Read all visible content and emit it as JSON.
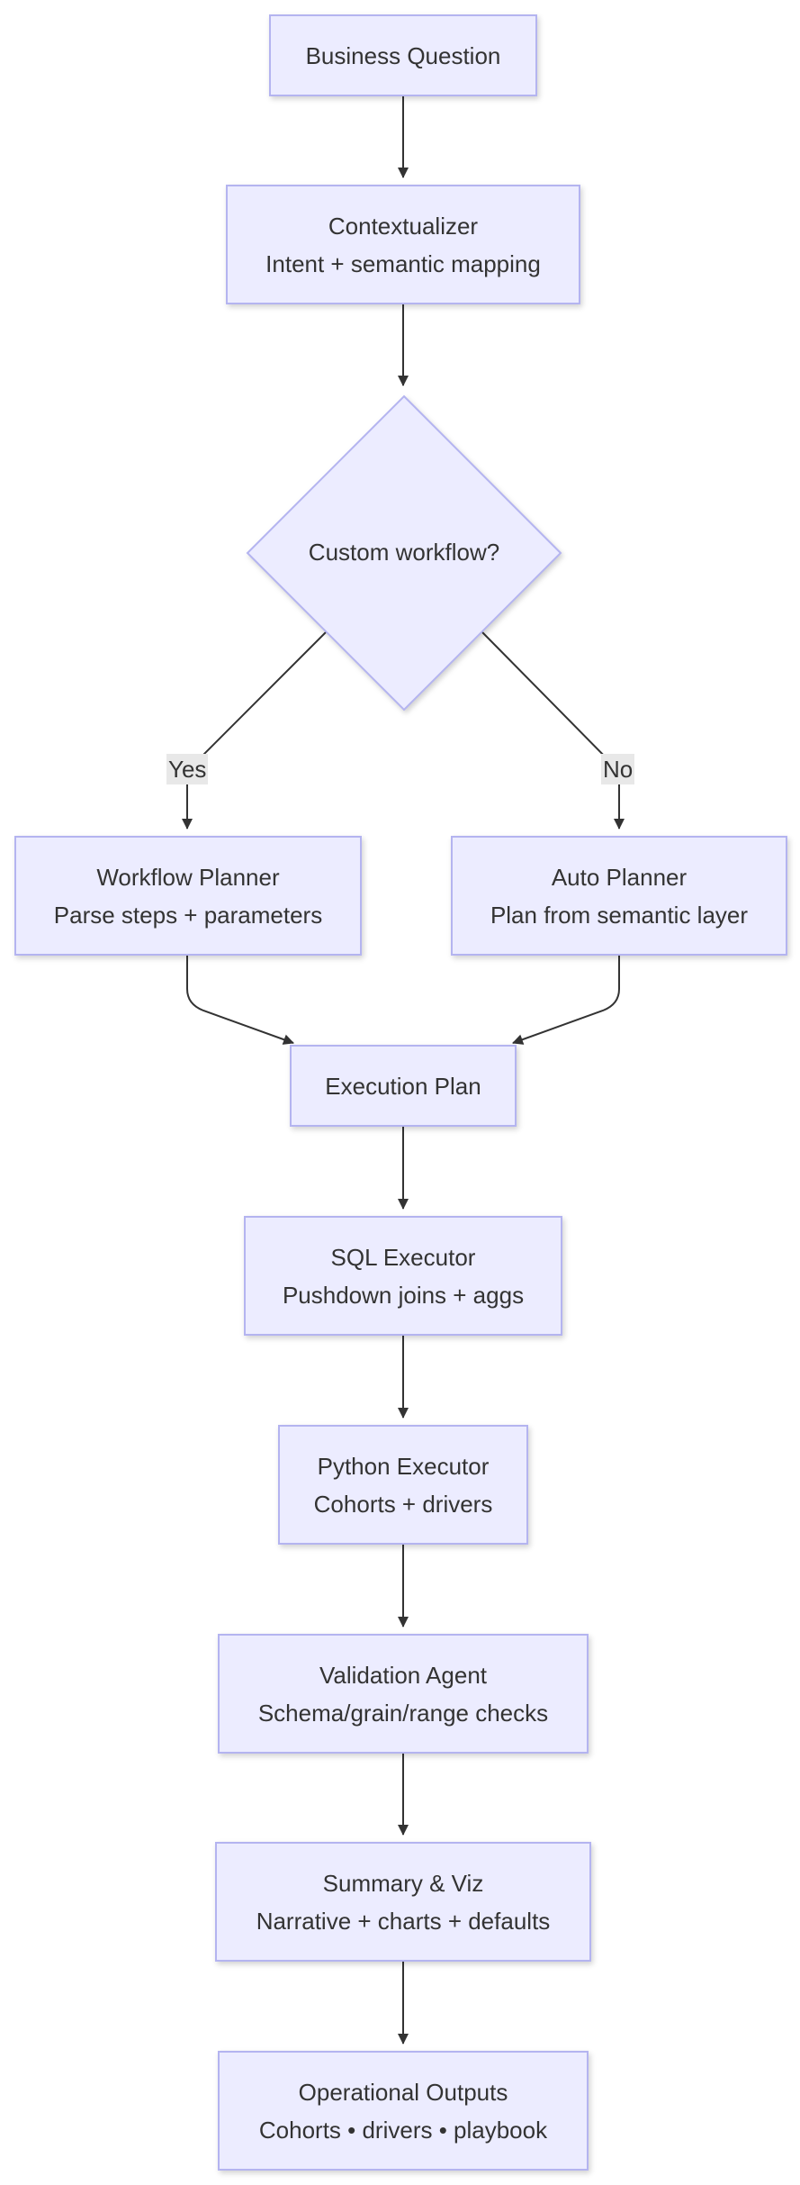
{
  "nodes": {
    "business_question": {
      "lines": [
        "Business Question"
      ]
    },
    "contextualizer": {
      "lines": [
        "Contextualizer",
        "Intent + semantic mapping"
      ]
    },
    "custom_workflow": {
      "lines": [
        "Custom workflow?"
      ]
    },
    "workflow_planner": {
      "lines": [
        "Workflow Planner",
        "Parse steps + parameters"
      ]
    },
    "auto_planner": {
      "lines": [
        "Auto Planner",
        "Plan from semantic layer"
      ]
    },
    "execution_plan": {
      "lines": [
        "Execution Plan"
      ]
    },
    "sql_executor": {
      "lines": [
        "SQL Executor",
        "Pushdown joins + aggs"
      ]
    },
    "python_executor": {
      "lines": [
        "Python Executor",
        "Cohorts + drivers"
      ]
    },
    "validation_agent": {
      "lines": [
        "Validation Agent",
        "Schema/grain/range checks"
      ]
    },
    "summary_viz": {
      "lines": [
        "Summary & Viz",
        "Narrative + charts + defaults"
      ]
    },
    "operational_outputs": {
      "lines": [
        "Operational Outputs",
        "Cohorts • drivers • playbook"
      ]
    }
  },
  "edges": {
    "yes_label": "Yes",
    "no_label": "No"
  },
  "colors": {
    "node_fill": "#ECECFF",
    "node_border": "#B4B4F0",
    "edge_stroke": "#333333",
    "text": "#333333",
    "edge_label_bg": "#E8E8E8"
  }
}
